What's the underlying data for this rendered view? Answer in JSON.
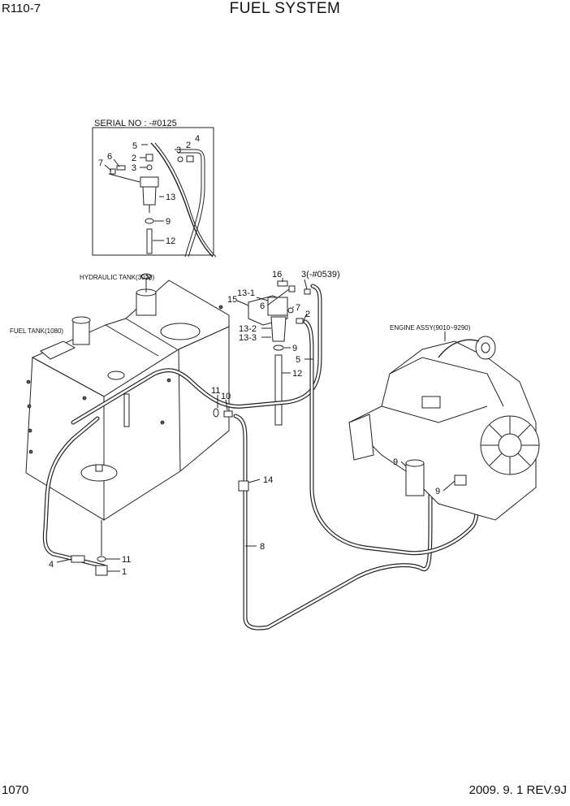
{
  "header": {
    "model": "R110-7",
    "title": "FUEL SYSTEM"
  },
  "footer": {
    "page": "1070",
    "revision": "2009. 9. 1  REV.9J"
  },
  "inset": {
    "serial_label": "SERIAL NO : -#0125",
    "callouts": [
      "5",
      "2",
      "3",
      "4",
      "6",
      "7",
      "2",
      "3",
      "13",
      "9",
      "12"
    ]
  },
  "assemblies": {
    "hydraulic_tank": "HYDRAULIC TANK(3020)",
    "fuel_tank": "FUEL TANK(1080)",
    "engine": "ENGINE ASSY(9010~9290)"
  },
  "callouts": {
    "c16": "16",
    "c3_serial": "3(-#0539)",
    "c13_1": "13-1",
    "c6": "6",
    "c15": "15",
    "c7": "7",
    "c2": "2",
    "c13_2": "13-2",
    "c13_3": "13-3",
    "c9_a": "9",
    "c5": "5",
    "c12": "12",
    "c11_a": "11",
    "c10": "10",
    "c14": "14",
    "c8": "8",
    "c9_b": "9",
    "c9_c": "9",
    "c11_b": "11",
    "c4": "4",
    "c1": "1"
  }
}
